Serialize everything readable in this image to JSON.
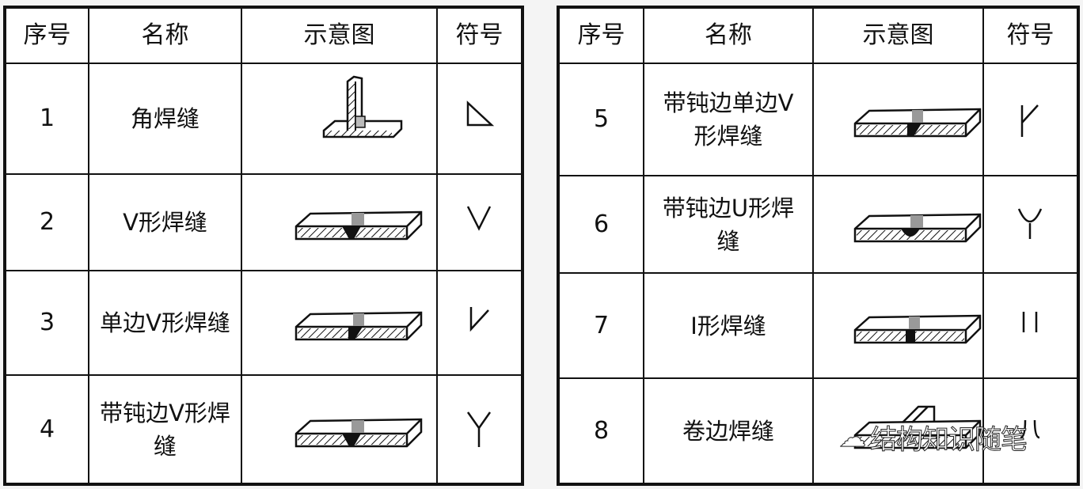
{
  "headers": [
    "序号",
    "名称",
    "示意图",
    "符号"
  ],
  "left_rows": [
    {
      "num": "1",
      "name": "角焊缝",
      "diagram": "fillet",
      "symbol": "triangle-symbol"
    },
    {
      "num": "2",
      "name": "V形焊缝",
      "diagram": "v",
      "symbol": "v-symbol"
    },
    {
      "num": "3",
      "name": "单边V形焊缝",
      "diagram": "single-v",
      "symbol": "single-v-symbol"
    },
    {
      "num": "4",
      "name": "带钝边V形焊缝",
      "diagram": "v-root",
      "symbol": "y-symbol"
    }
  ],
  "right_rows": [
    {
      "num": "5",
      "name": "带钝边单边V形焊缝",
      "diagram": "single-v-root",
      "symbol": "single-y-symbol"
    },
    {
      "num": "6",
      "name": "带钝边U形焊缝",
      "diagram": "u",
      "symbol": "u-symbol"
    },
    {
      "num": "7",
      "name": "I形焊缝",
      "diagram": "i",
      "symbol": "i-symbol"
    },
    {
      "num": "8",
      "name": "卷边焊缝",
      "diagram": "flange",
      "symbol": "flange-symbol"
    }
  ],
  "watermark": "结构知识随笔"
}
